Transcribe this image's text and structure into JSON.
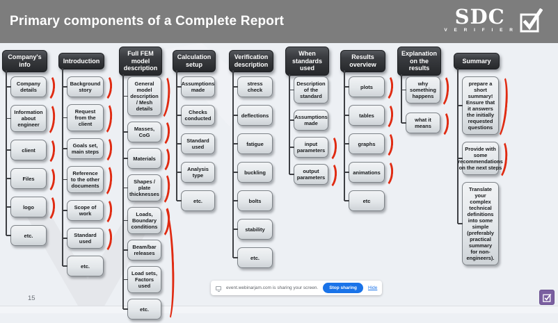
{
  "header": {
    "title": "Primary components of a Complete Report",
    "logo": {
      "brand": "SDC",
      "sub": "V E R I F I E R",
      "icon": "checkbox-check-icon"
    }
  },
  "slide": {
    "page_number": "15",
    "columns": [
      {
        "id": "companys-info",
        "title": "Company's info",
        "items": [
          {
            "label": "Company details",
            "arc": true
          },
          {
            "label": "Information about engineer",
            "arc": true
          },
          {
            "label": "client",
            "arc": true
          },
          {
            "label": "Files",
            "arc": true
          },
          {
            "label": "logo",
            "arc": true
          },
          {
            "label": "etc.",
            "arc": false
          }
        ]
      },
      {
        "id": "introduction",
        "title": "Introduction",
        "items": [
          {
            "label": "Background story",
            "arc": true
          },
          {
            "label": "Request from the client",
            "arc": true
          },
          {
            "label": "Goals set, main steps",
            "arc": true
          },
          {
            "label": "Reference to the other documents",
            "arc": true
          },
          {
            "label": "Scope of work",
            "arc": true
          },
          {
            "label": "Standard used",
            "arc": true
          },
          {
            "label": "etc.",
            "arc": false
          }
        ]
      },
      {
        "id": "fem-model",
        "title": "Full FEM model description",
        "span_arc": {
          "from": 4,
          "to": 7
        },
        "items": [
          {
            "label": "General model description / Mesh details",
            "arc": true
          },
          {
            "label": "Masses, CoG",
            "arc": true
          },
          {
            "label": "Materials",
            "arc": true
          },
          {
            "label": "Shapes / plate thicknesses",
            "arc": true
          },
          {
            "label": "Loads, Boundary conditions",
            "arc": true
          },
          {
            "label": "Beam/bar releases",
            "arc": false
          },
          {
            "label": "Load sets, Factors used",
            "arc": false
          },
          {
            "label": "etc.",
            "arc": false
          }
        ]
      },
      {
        "id": "calculation-setup",
        "title": "Calculation setup",
        "items": [
          {
            "label": "Assumptions made",
            "arc": false
          },
          {
            "label": "Checks conducted",
            "arc": false
          },
          {
            "label": "Standard used",
            "arc": false
          },
          {
            "label": "Analysis type",
            "arc": false
          },
          {
            "label": "etc.",
            "arc": false
          }
        ]
      },
      {
        "id": "verification",
        "title": "Verification description",
        "items": [
          {
            "label": "stress check",
            "arc": false
          },
          {
            "label": "deflections",
            "arc": false
          },
          {
            "label": "fatigue",
            "arc": false
          },
          {
            "label": "buckling",
            "arc": false
          },
          {
            "label": "bolts",
            "arc": false
          },
          {
            "label": "stability",
            "arc": false
          },
          {
            "label": "etc.",
            "arc": false
          }
        ]
      },
      {
        "id": "standards",
        "title": "When standards used",
        "items": [
          {
            "label": "Description of the standard",
            "arc": false
          },
          {
            "label": "Assumptions made",
            "arc": false
          },
          {
            "label": "input parameters",
            "arc": true
          },
          {
            "label": "output parameters",
            "arc": true
          }
        ]
      },
      {
        "id": "results",
        "title": "Results overview",
        "items": [
          {
            "label": "plots",
            "arc": true
          },
          {
            "label": "tables",
            "arc": true
          },
          {
            "label": "graphs",
            "arc": true
          },
          {
            "label": "animations",
            "arc": true
          },
          {
            "label": "etc",
            "arc": false
          }
        ]
      },
      {
        "id": "explanation",
        "title": "Explanation on the results",
        "items": [
          {
            "label": "why something happens",
            "arc": true
          },
          {
            "label": "what it means",
            "arc": true
          }
        ]
      },
      {
        "id": "summary",
        "title": "Summary",
        "items": [
          {
            "label": "prepare a short summary! Ensure that it answers the initially requested questions",
            "arc": true
          },
          {
            "label": "Provide with some recommendations on the next steps",
            "arc": true
          },
          {
            "label": "Translate your complex technical definitions into some simple (preferably practical summary for non-engineers).",
            "arc": false
          }
        ]
      }
    ]
  },
  "share_bar": {
    "message": "event.webinarjam.com is sharing your screen.",
    "stop_button": "Stop sharing",
    "hide_link": "Hide"
  },
  "colors": {
    "topbar_gray": "#7d7d7d",
    "slide_background": "#edf0f4",
    "header_box_dark": "#2c2e31",
    "item_box_light": "#e3e7ea",
    "accent_red": "#e02b12",
    "share_button_blue": "#1a73e8",
    "purple_widget": "#7a5fa0"
  }
}
